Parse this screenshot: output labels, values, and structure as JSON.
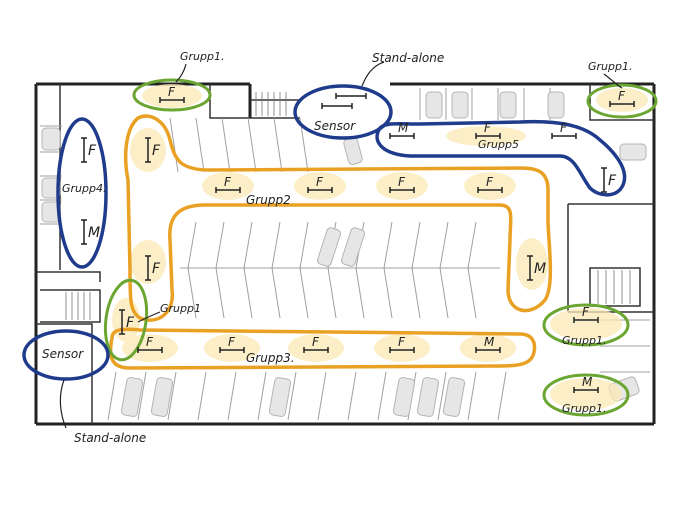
{
  "labels": {
    "grupp1_top_left": "Grupp1.",
    "standalone_top": "Stand-alone",
    "grupp1_top_right": "Grupp1.",
    "sensor_top": "Sensor",
    "grupp5": "Grupp5",
    "grupp4": "Grupp4.",
    "grupp2": "Grupp2",
    "grupp1_mid_left": "Grupp1",
    "grupp3": "Grupp3.",
    "grupp1_right_mid": "Grupp1.",
    "grupp1_right_bottom": "Grupp1.",
    "sensor_bottom": "Sensor",
    "standalone_bottom": "Stand-alone"
  },
  "fixtures": [
    {
      "id": "g1-top-left",
      "letter": "F"
    },
    {
      "id": "g1-top-right",
      "letter": "F"
    },
    {
      "id": "sa-top-1",
      "letter": ""
    },
    {
      "id": "sa-top-2",
      "letter": ""
    },
    {
      "id": "g5-1",
      "letter": "M"
    },
    {
      "id": "g5-2",
      "letter": "F"
    },
    {
      "id": "g5-3",
      "letter": "F"
    },
    {
      "id": "g5-4",
      "letter": "F"
    },
    {
      "id": "g4-1",
      "letter": "F"
    },
    {
      "id": "g4-2",
      "letter": "M"
    },
    {
      "id": "g2-1",
      "letter": "F"
    },
    {
      "id": "g2-2",
      "letter": "F"
    },
    {
      "id": "g2-3",
      "letter": "F"
    },
    {
      "id": "g2-4",
      "letter": "F"
    },
    {
      "id": "g2-5",
      "letter": "F"
    },
    {
      "id": "g2-6",
      "letter": "F"
    },
    {
      "id": "g2-7",
      "letter": "M"
    },
    {
      "id": "g1-mid-left",
      "letter": "F"
    },
    {
      "id": "g3-1",
      "letter": "F"
    },
    {
      "id": "g3-2",
      "letter": "F"
    },
    {
      "id": "g3-3",
      "letter": "F"
    },
    {
      "id": "g3-4",
      "letter": "F"
    },
    {
      "id": "g3-5",
      "letter": "M"
    },
    {
      "id": "g1-right-mid",
      "letter": "F"
    },
    {
      "id": "g1-right-bottom",
      "letter": "M"
    }
  ],
  "colors": {
    "walls": "#222222",
    "grupp1_outline": "#6aa631",
    "blue_outline": "#1f3b8c",
    "orange_loop": "#e9a124",
    "glow": "#fbeab6",
    "cars": "#c9c9c9",
    "parking_lines": "#9a9a9a"
  }
}
